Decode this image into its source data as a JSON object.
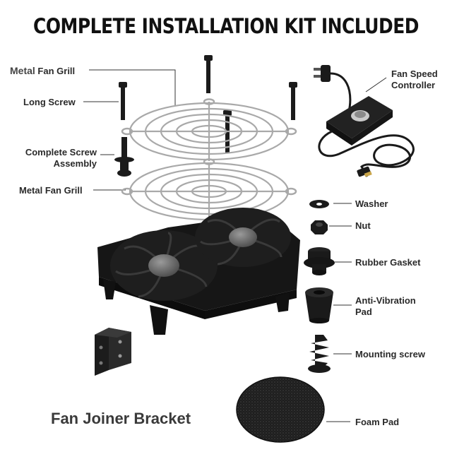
{
  "title": "COMPLETE INSTALLATION KIT INCLUDED",
  "labels": {
    "metal_word": "Metal",
    "fan_grill": "Fan Grill",
    "long_screw": "Long Screw",
    "complete_screw_line1": "Complete Screw",
    "complete_screw_line2": "Assembly",
    "metal_fan_grill": "Metal Fan Grill",
    "fan_speed_line1": "Fan Speed",
    "fan_speed_line2": "Controller",
    "washer": "Washer",
    "nut": "Nut",
    "rubber_gasket": "Rubber Gasket",
    "anti_vibration_line1": "Anti-Vibration",
    "anti_vibration_line2": "Pad",
    "mounting_screw": "Mounting screw",
    "foam_pad": "Foam Pad",
    "fan_joiner_bracket": "Fan Joiner Bracket"
  },
  "colors": {
    "text": "#1a1a1a",
    "fan": "#141414",
    "hub": "#6e6e6e",
    "grill": "#a9a9a9"
  }
}
